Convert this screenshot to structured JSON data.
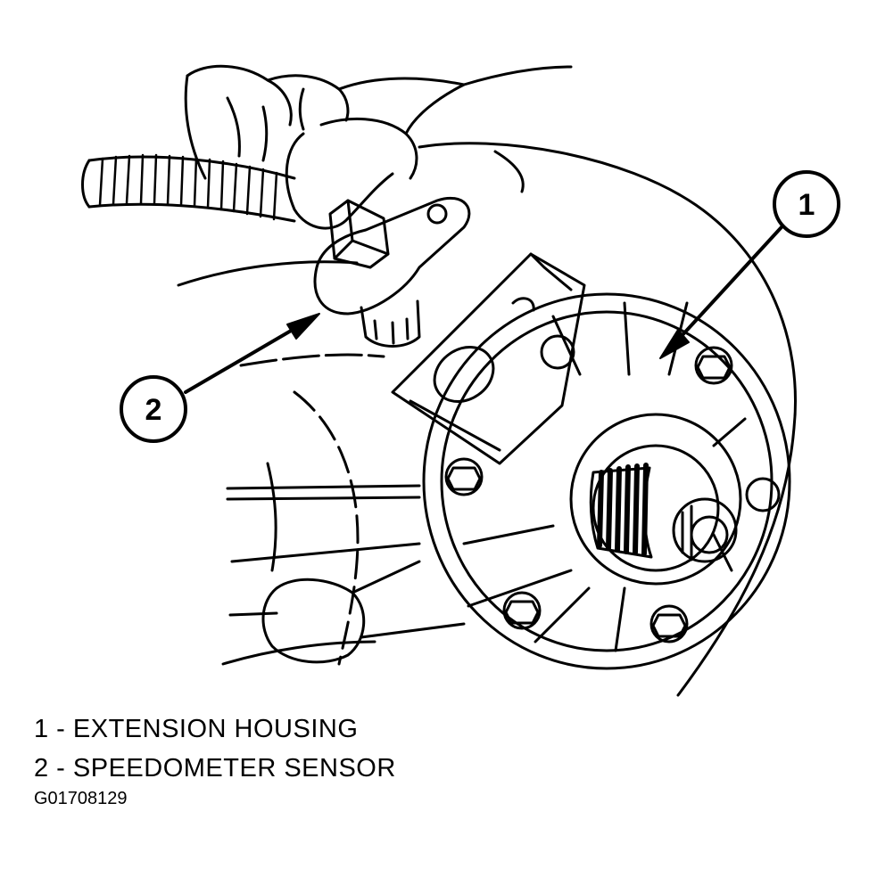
{
  "callouts": [
    {
      "number": "1"
    },
    {
      "number": "2"
    }
  ],
  "legend": [
    {
      "text": "1 - EXTENSION HOUSING"
    },
    {
      "text": "2 - SPEEDOMETER SENSOR"
    }
  ],
  "figure_id": "G01708129"
}
